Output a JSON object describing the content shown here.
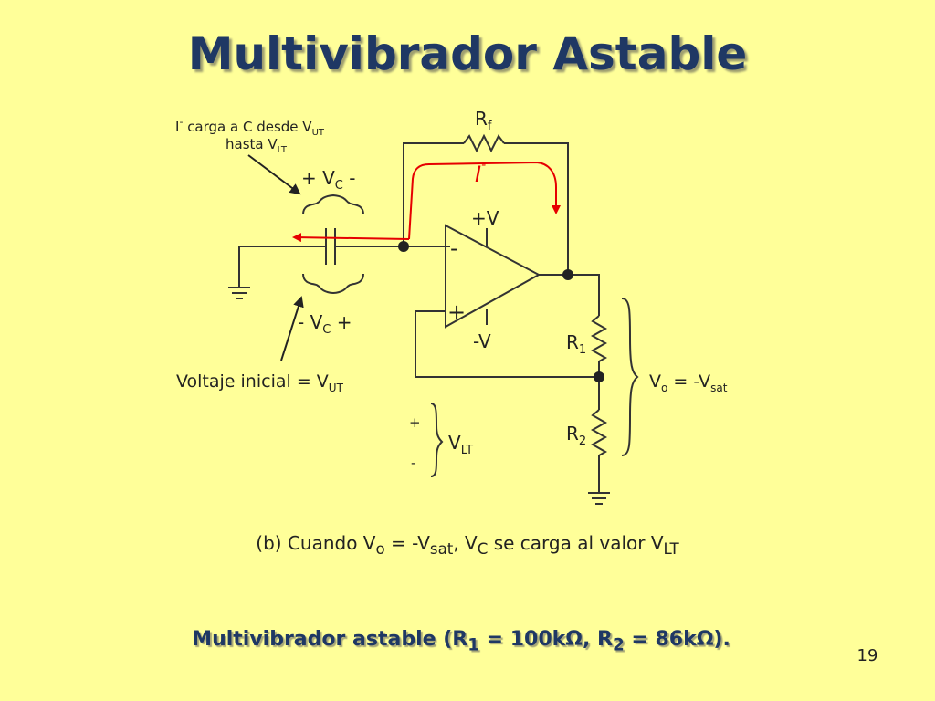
{
  "title": "Multivibrador Astable",
  "labels": {
    "rf": "R",
    "rf_sub": "f",
    "current": "I",
    "current_sup": "-",
    "note_i": "I",
    "note_sup": "-",
    "note_text": " carga a C desde V",
    "note_sub": "UT",
    "note_line2": "hasta V",
    "note_line2_sub": "LT",
    "vc_top_a": "+ V",
    "vc_top_sub": "C",
    "vc_top_b": " -",
    "vc_bot_a": "- V",
    "vc_bot_sub": "C",
    "vc_bot_b": " +",
    "plus_v": "+V",
    "minus_v": "-V",
    "opamp_minus": "-",
    "opamp_plus": "+",
    "r1": "R",
    "r1_sub": "1",
    "r2": "R",
    "r2_sub": "2",
    "vo_a": "V",
    "vo_sub": "o",
    "vo_b": " = -V",
    "vo_sub2": "sat",
    "initial_a": "Voltaje inicial = V",
    "initial_sub": "UT",
    "vlt_plus": "+",
    "vlt_minus": "-",
    "vlt": "V",
    "vlt_sub": "LT"
  },
  "caption": {
    "a": "(b) Cuando V",
    "s1": "o",
    "b": " = -V",
    "s2": "sat",
    "c": ", V",
    "s3": "C",
    "d": " se carga al valor V",
    "s4": "LT"
  },
  "footer": {
    "a": "Multivibrador astable (R",
    "s1": "1",
    "b": " = 100kΩ, R",
    "s2": "2",
    "c": " = 86kΩ)."
  },
  "page_number": "19",
  "colors": {
    "current_arrow": "#e60000",
    "title": "#1f3864",
    "background": "#ffff99"
  }
}
